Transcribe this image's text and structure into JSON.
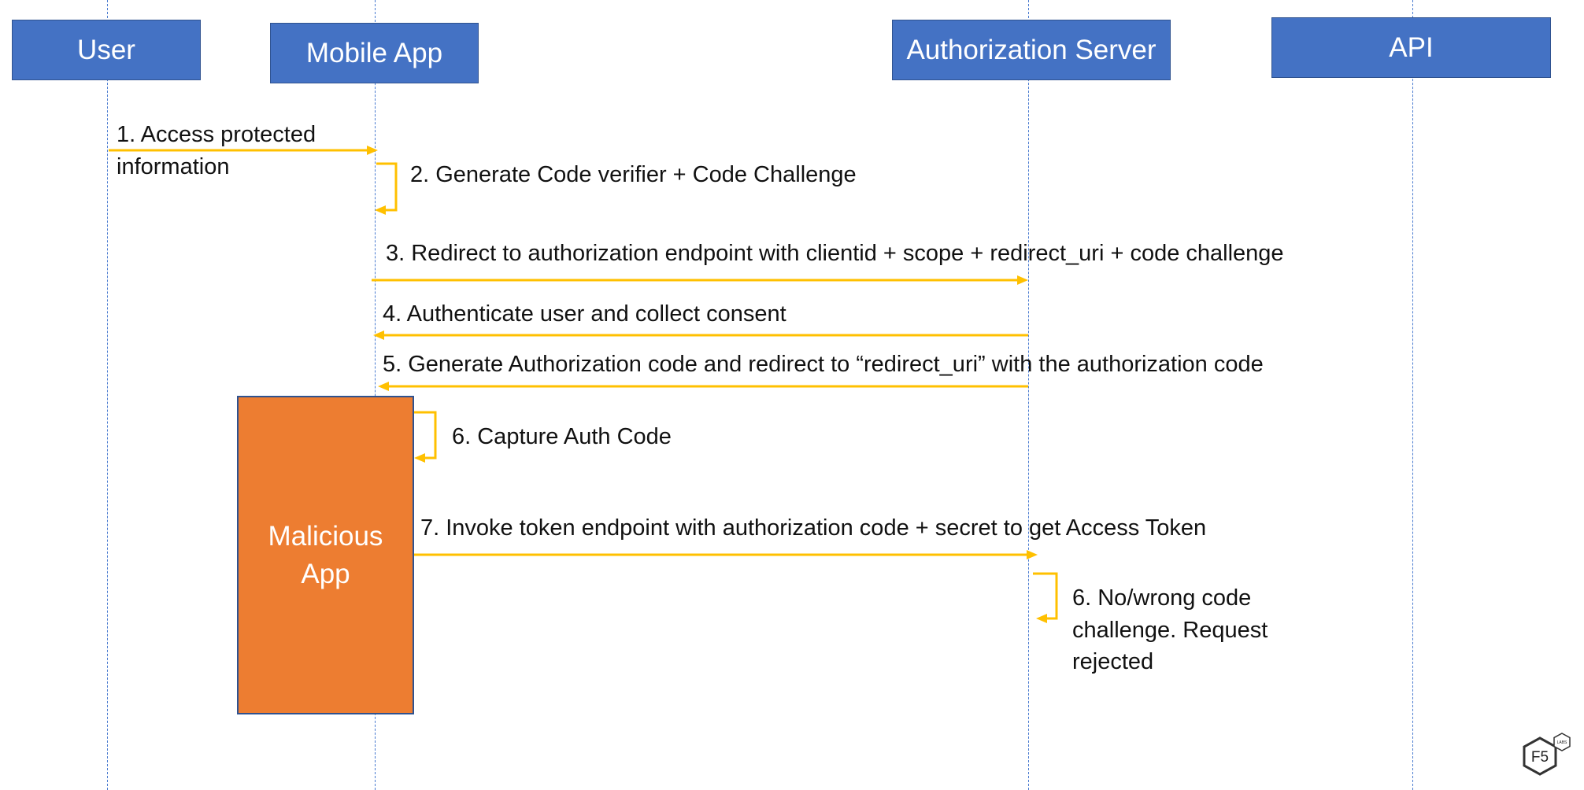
{
  "actors": [
    {
      "id": "user",
      "label": "User"
    },
    {
      "id": "mobile",
      "label": "Mobile App"
    },
    {
      "id": "auth",
      "label": "Authorization Server"
    },
    {
      "id": "api",
      "label": "API"
    }
  ],
  "messages": {
    "m1": "1.    Access protected\n information",
    "m2": "2. Generate Code verifier + Code Challenge",
    "m3": "3. Redirect to authorization endpoint  with clientid + scope + redirect_uri + code challenge",
    "m4": "4. Authenticate user and collect consent",
    "m5": "5. Generate Authorization code and redirect to “redirect_uri” with the authorization  code",
    "m6": "6. Capture Auth Code",
    "m7": "7. Invoke token endpoint with authorization code + secret  to get Access Token",
    "m8": "6. No/wrong code\nchallenge. Request\nrejected"
  },
  "malicious_app": {
    "label": "Malicious\nApp"
  },
  "logo": {
    "text": "F5",
    "badge": "LABS"
  },
  "colors": {
    "actor_fill": "#4472c4",
    "arrow": "#ffc000",
    "malicious_fill": "#ed7d31",
    "lifeline": "#4a7bd0"
  }
}
